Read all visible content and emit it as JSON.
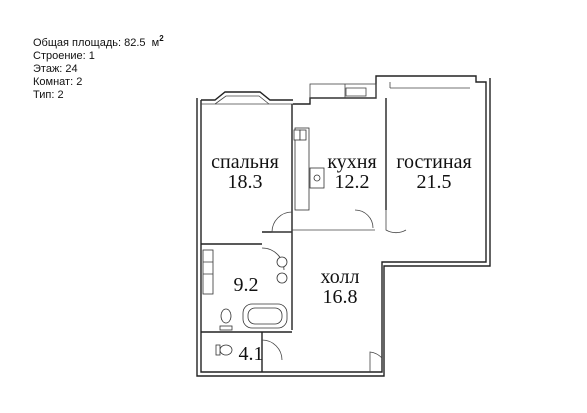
{
  "info": {
    "area_label": "Общая площадь: 82.5",
    "area_unit": "м",
    "area_unit_exp": "2",
    "building": "Строение: 1",
    "floor": "Этаж: 24",
    "rooms": "Комнат: 2",
    "type": "Тип: 2"
  },
  "rooms": {
    "bedroom_name": "спальня",
    "bedroom_area": "18.3",
    "kitchen_name": "кухня",
    "kitchen_area": "12.2",
    "living_name": "гостиная",
    "living_area": "21.5",
    "hall_name": "холл",
    "hall_area": "16.8",
    "bath_area": "9.2",
    "wc_area": "4.1"
  }
}
